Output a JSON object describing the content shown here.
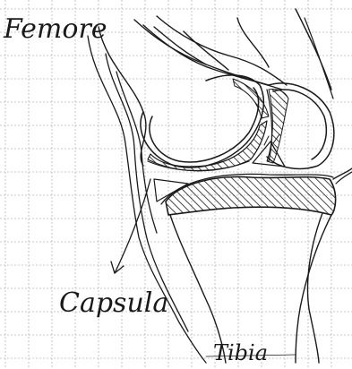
{
  "labels": {
    "femur": "Femore",
    "capsule": "Capsula",
    "tibia": "Tibia"
  },
  "colors": {
    "ink": "#1a1a1a",
    "grid": "#b8b8b8",
    "paper": "#ffffff"
  }
}
